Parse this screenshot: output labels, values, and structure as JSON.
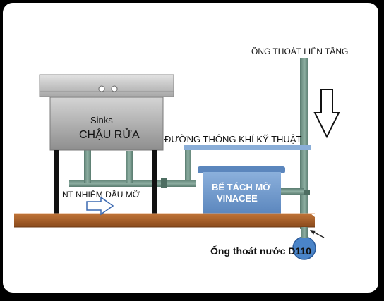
{
  "labels": {
    "drain_riser": "ỐNG THOÁT LIÊN TẦNG",
    "sink_en": "Sinks",
    "sink_vi": "CHẬU RỬA",
    "vent_pipe": "ĐƯỜNG THÔNG KHÍ KỸ THUẬT",
    "grease_trap_line1": "BỂ TÁCH MỠ",
    "grease_trap_line2": "VINACEE",
    "greasy_water": "NT NHIỄM DẦU MỠ",
    "floor_drain": "Ống thoát nước D110"
  },
  "colors": {
    "frame": "#000000",
    "background": "#ffffff",
    "pipe": "#76968a",
    "pipe_dark": "#4e6e62",
    "floor": "#b0642a",
    "floor_dark": "#6e3a15",
    "sink": "#a4a4a4",
    "sink_top": "#c8c8c8",
    "vent_blue": "#8aaed8",
    "trap": "#6e98cc",
    "trap_text": "#ffffff",
    "arrow_outline": "#3a68b0",
    "drain_circle": "#4a84c8",
    "text": "#111111"
  },
  "icons": {
    "down_arrow": "down-arrow-icon",
    "flow_arrow": "right-arrow-icon",
    "pointer_arrow": "pointer-arrow-icon"
  }
}
